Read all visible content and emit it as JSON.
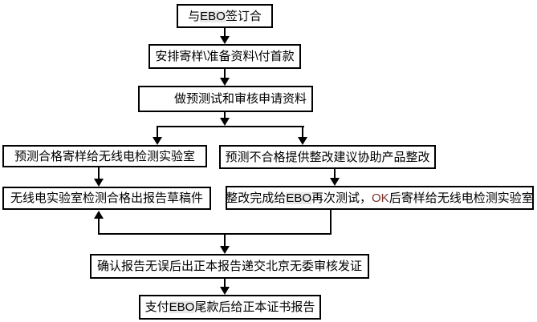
{
  "colors": {
    "background": "#ffffff",
    "box_fill": "#ffffff",
    "box_border": "#000000",
    "line": "#000000",
    "text": "#000000",
    "ebo_highlight_bg": "#e9e9e9",
    "ok_text": "#7b3028"
  },
  "nodes": {
    "sign_contract": {
      "parts": [
        "与 ",
        "EBO",
        " 签订合"
      ]
    },
    "arrange_sample": {
      "text": "安排寄样\\准备资料\\付首款"
    },
    "pretest": {
      "text": "做预测试和审核申请资料"
    },
    "pretest_pass": {
      "text": "预测合格寄样给无线电检测实验室"
    },
    "pretest_fail": {
      "text": "预测不合格提供整改建议协助产品整改"
    },
    "draft_report": {
      "text": "无线电实验室检测合格出报告草稿件"
    },
    "rework_retest": {
      "parts": [
        "整改完成给",
        "EBO",
        "再次测试，",
        "OK",
        " 后寄样给无线电检测实验室"
      ]
    },
    "confirm_submit": {
      "text": "确认报告无误后出正本报告递交北京无委审核发证"
    },
    "final_payment": {
      "parts": [
        "支付",
        "EBO",
        "尾款后给正本证书报告"
      ]
    }
  }
}
